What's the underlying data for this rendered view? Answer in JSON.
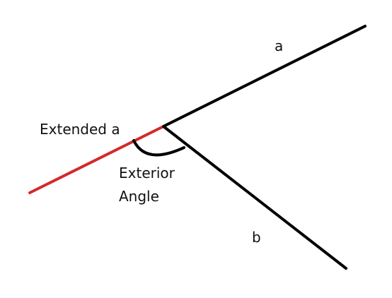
{
  "labels": {
    "line_a": "a",
    "line_b": "b",
    "extended": "Extended a",
    "exterior_line1": "Exterior",
    "exterior_line2": "Angle"
  },
  "colors": {
    "main_line": "#000000",
    "extended_line": "#d32a2a",
    "background": "#ffffff"
  }
}
